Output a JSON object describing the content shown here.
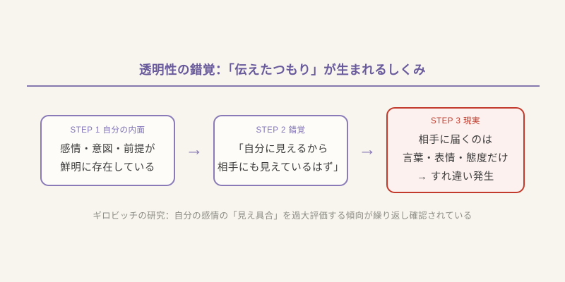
{
  "page": {
    "background_color": "#f7f5ee"
  },
  "title": {
    "text": "透明性の錯覚：「伝えたつもり」が生まれるしくみ",
    "color": "#695a9c"
  },
  "divider": {
    "color": "#8478ae"
  },
  "flow": {
    "arrow_glyph": "→",
    "arrow_color": "#8a7ab8",
    "steps": [
      {
        "label": "STEP 1 自分の内面",
        "lines": [
          "感情・意図・前提が",
          "鮮明に存在している"
        ],
        "accent_color": "#8273b9",
        "border_color": "#8a7ab8",
        "background_color": "#fdfcf8"
      },
      {
        "label": "STEP 2 錯覚",
        "lines": [
          "「自分に見えるから",
          "相手にも見えているはず」"
        ],
        "accent_color": "#8273b9",
        "border_color": "#8a7ab8",
        "background_color": "#fdfcf8"
      },
      {
        "label": "STEP 3 現実",
        "lines": [
          "相手に届くのは",
          "言葉・表情・態度だけ",
          "→ すれ違い発生"
        ],
        "accent_color": "#c23a2b",
        "border_color": "#c23a2b",
        "background_color": "#fcf1ee"
      }
    ]
  },
  "footnote": {
    "text": "ギロビッチの研究：自分の感情の「見え具合」を過大評価する傾向が繰り返し確認されている",
    "color": "#8d8c85"
  }
}
